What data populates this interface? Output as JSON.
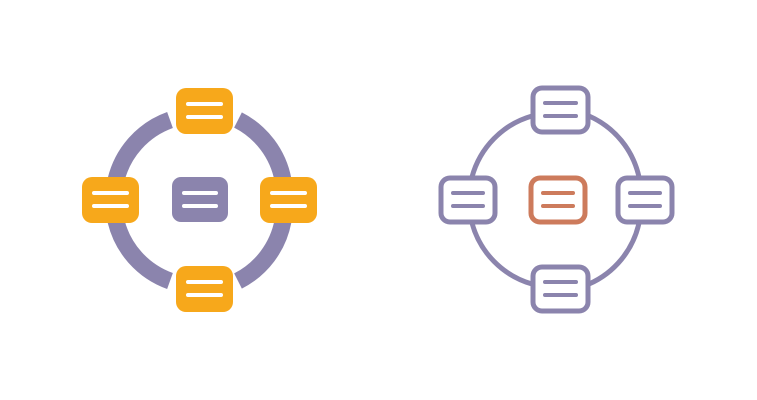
{
  "icons": [
    {
      "name": "network-hub-icon-filled",
      "style": "filled",
      "ring_color": "#8b84ad",
      "node_color": "#f7a81b",
      "center_color": "#8b84ad",
      "line_color": "#ffffff"
    },
    {
      "name": "network-hub-icon-outline",
      "style": "outline",
      "ring_color": "#8b84ad",
      "node_color": "#8b84ad",
      "center_color": "#cd7b5c",
      "line_color": "#8b84ad"
    }
  ]
}
